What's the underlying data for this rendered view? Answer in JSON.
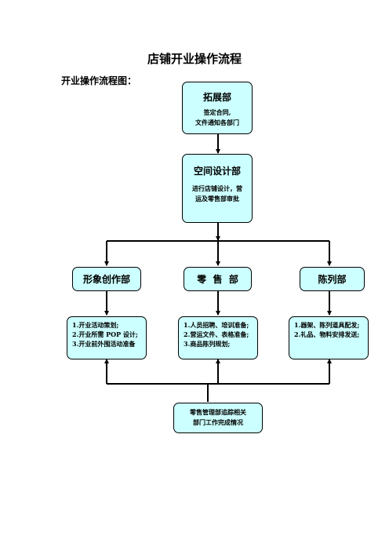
{
  "page": {
    "title": "店铺开业操作流程",
    "subtitle": "开业操作流程图："
  },
  "nodes": {
    "expansion": {
      "title": "拓展部",
      "lines": [
        "签定合同,",
        "文件通知各部门"
      ]
    },
    "space_design": {
      "title": "空间设计部",
      "lines": [
        "进行店铺设计，营",
        "运及零售部审批"
      ]
    },
    "image_creation": {
      "title": "形象创作部"
    },
    "retail": {
      "title": "零  售  部"
    },
    "display": {
      "title": "陈列部"
    },
    "image_tasks": {
      "items": [
        "1.开业活动策划;",
        "2.开业所需 POP 设计;",
        "3.开业前外围活动准备"
      ]
    },
    "retail_tasks": {
      "items": [
        "1.人员招聘、培训准备;",
        "2.营运文件、表格准备;",
        "3.商品陈列规划;"
      ]
    },
    "display_tasks": {
      "items": [
        "1.器架、陈列道具配发;",
        "2.礼品、物料安排发送;"
      ]
    },
    "retail_mgmt": {
      "lines": [
        "零售管理部追踪相关",
        "部门工作完成情况"
      ]
    }
  }
}
